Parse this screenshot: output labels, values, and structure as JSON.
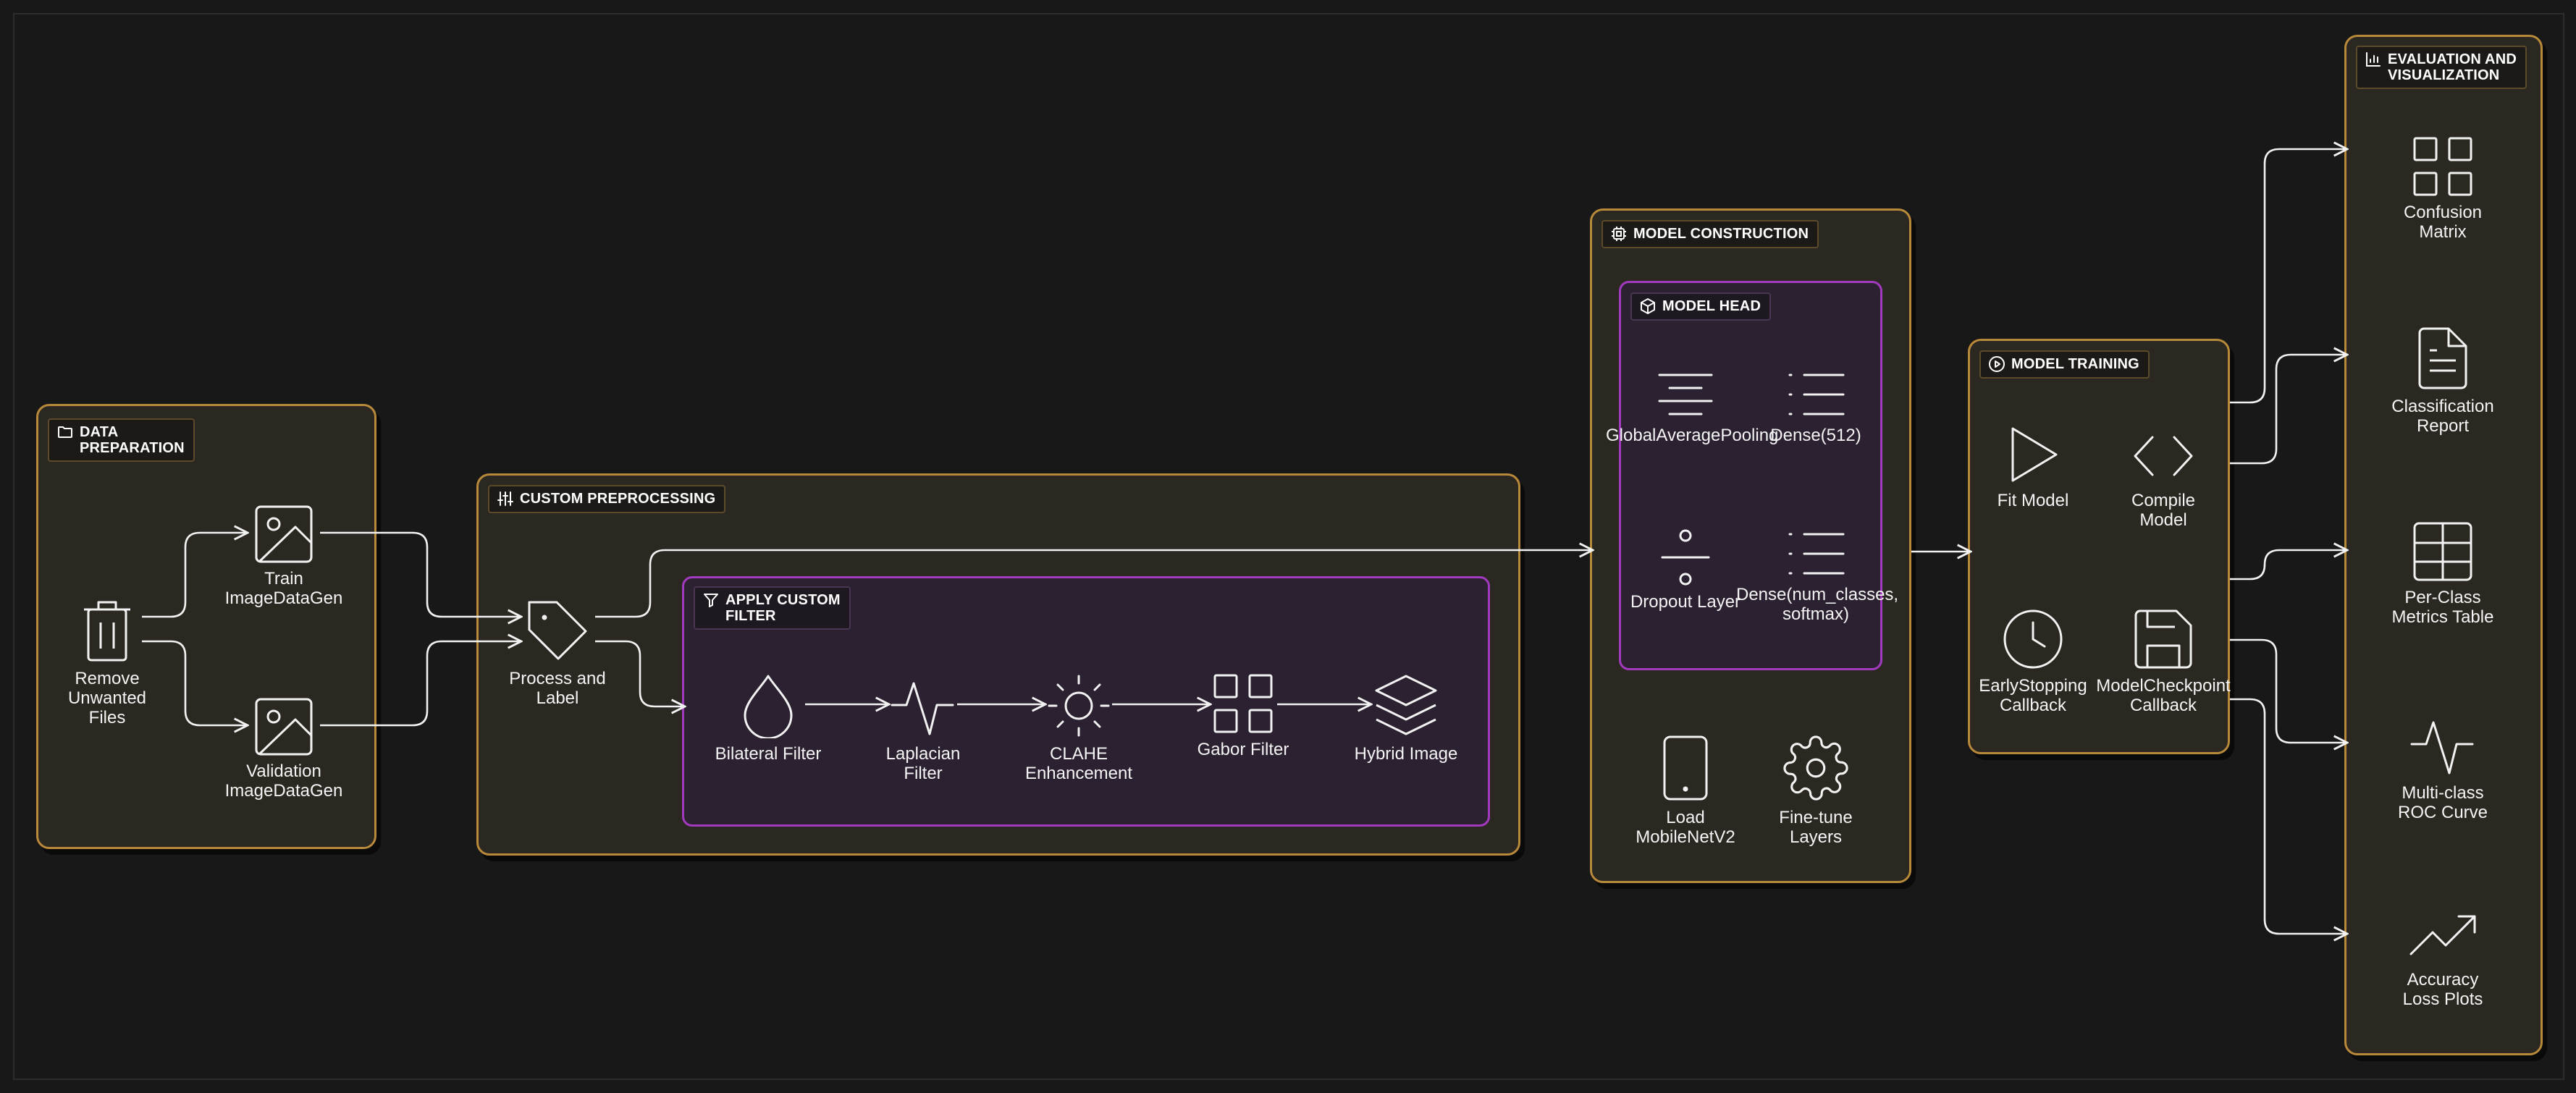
{
  "colors": {
    "background": "#181818",
    "group_border": "#b8893a",
    "group_fill": "#2b2822",
    "subgroup_border": "#a23ac0",
    "subgroup_fill": "#2b2130",
    "edge": "#f2f2f2"
  },
  "groups": {
    "data_preparation": {
      "title": "DATA\nPREPARATION",
      "icon": "folder-icon",
      "nodes": {
        "remove": "Remove\nUnwanted\nFiles",
        "train": "Train\nImageDataGen",
        "validation": "Validation\nImageDataGen"
      }
    },
    "custom_preprocessing": {
      "title": "CUSTOM PREPROCESSING",
      "icon": "sliders-icon",
      "nodes": {
        "process": "Process and\nLabel"
      }
    },
    "apply_custom_filter": {
      "title": "APPLY CUSTOM\nFILTER",
      "icon": "filter-icon",
      "nodes": {
        "bilateral": "Bilateral Filter",
        "laplacian": "Laplacian\nFilter",
        "clahe": "CLAHE\nEnhancement",
        "gabor": "Gabor Filter",
        "hybrid": "Hybrid Image"
      }
    },
    "model_construction": {
      "title": "MODEL CONSTRUCTION",
      "icon": "cpu-icon",
      "nodes": {
        "load": "Load\nMobileNetV2",
        "finetune": "Fine-tune\nLayers"
      }
    },
    "model_head": {
      "title": "MODEL HEAD",
      "icon": "box-icon",
      "nodes": {
        "gap": "GlobalAveragePooling",
        "dense512": "Dense(512)",
        "dropout": "Dropout Layer",
        "dense_out": "Dense(num_classes,\nsoftmax)"
      }
    },
    "model_training": {
      "title": "MODEL TRAINING",
      "icon": "play-circle-icon",
      "nodes": {
        "fit": "Fit Model",
        "compile": "Compile\nModel",
        "earlystop": "EarlyStopping\nCallback",
        "checkpoint": "ModelCheckpoint\nCallback"
      }
    },
    "evaluation": {
      "title": "EVALUATION AND\nVISUALIZATION",
      "icon": "bar-chart-icon",
      "nodes": {
        "confusion": "Confusion\nMatrix",
        "report": "Classification\nReport",
        "perclass": "Per-Class\nMetrics Table",
        "roc": "Multi-class\nROC Curve",
        "plots": "Accuracy\nLoss Plots"
      }
    }
  }
}
